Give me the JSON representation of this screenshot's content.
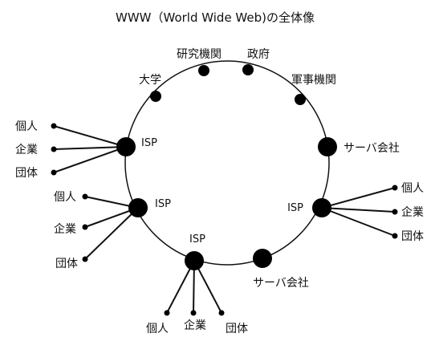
{
  "title": "WWW（World Wide Web)の全体像",
  "colors": {
    "line": "#111111",
    "node": "#000000",
    "background": "#ffffff"
  },
  "ring_nodes": {
    "research": "研究機関",
    "government": "政府",
    "military": "軍事機関",
    "university": "大学",
    "server_right": "サーバ会社",
    "server_bottom": "サーバ会社"
  },
  "isp": {
    "left_upper": {
      "label": "ISP",
      "clients": [
        "個人",
        "企業",
        "団体"
      ]
    },
    "left_lower": {
      "label": "ISP",
      "clients": [
        "個人",
        "企業",
        "団体"
      ]
    },
    "bottom": {
      "label": "ISP",
      "clients": [
        "個人",
        "企業",
        "団体"
      ]
    },
    "right": {
      "label": "ISP",
      "clients": [
        "個人",
        "企業",
        "団体"
      ]
    }
  }
}
